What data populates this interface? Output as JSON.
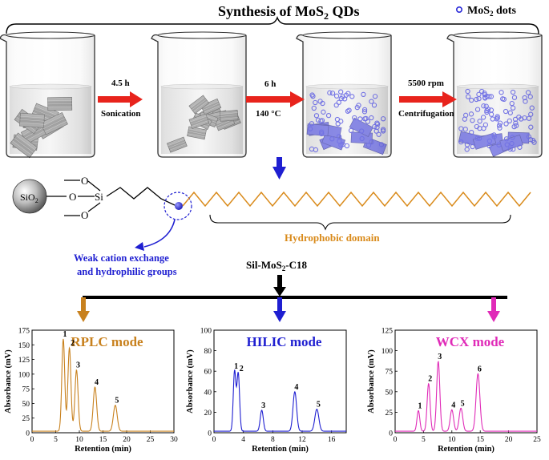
{
  "header": {
    "title_prefix": "Synthesis of MoS",
    "title_sub": "2",
    "title_suffix": " QDs",
    "legend_prefix": "MoS",
    "legend_sub": "2",
    "legend_suffix": " dots"
  },
  "steps": {
    "step1_top": "4.5 h",
    "step1_bottom": "Sonication",
    "step2_top": "6 h",
    "step2_bottom": "140 °C",
    "step3_top": "5500 rpm",
    "step3_bottom": "Centrifugation"
  },
  "molecule": {
    "sio2_prefix": "SiO",
    "sio2_sub": "2",
    "o_top": "O",
    "o_mid": "O",
    "o_bot": "O",
    "si": "Si",
    "hydrophobic_label": "Hydrophobic domain",
    "weak_cation_line1": "Weak cation exchange",
    "weak_cation_line2": "and hydrophilic groups",
    "material_prefix": "Sil-MoS",
    "material_sub": "2",
    "material_suffix": "-C18"
  },
  "colors": {
    "rplc": "#c8811e",
    "hilic": "#1f1fd1",
    "wcx": "#e02bb8",
    "arrow_red": "#e8231c",
    "dot_blue": "#2b2bd9",
    "chain_orange": "#d98a1a"
  },
  "chart_data": [
    {
      "type": "line",
      "title": "RPLC mode",
      "xlabel": "Retention (min)",
      "ylabel": "Absorbance (mV)",
      "xlim": [
        0,
        30
      ],
      "ylim": [
        0,
        175
      ],
      "xticks": [
        0,
        5,
        10,
        15,
        20,
        25,
        30
      ],
      "yticks": [
        0,
        25,
        50,
        75,
        100,
        125,
        150,
        175
      ],
      "color": "#c8811e",
      "peaks": [
        {
          "label": "1",
          "x": 6.6,
          "y": 160
        },
        {
          "label": "2",
          "x": 7.9,
          "y": 145
        },
        {
          "label": "3",
          "x": 9.4,
          "y": 107
        },
        {
          "label": "4",
          "x": 13.3,
          "y": 78
        },
        {
          "label": "5",
          "x": 17.6,
          "y": 47
        }
      ]
    },
    {
      "type": "line",
      "title": "HILIC mode",
      "xlabel": "Retention (min)",
      "ylabel": "Absorbance (mV)",
      "xlim": [
        0,
        18
      ],
      "ylim": [
        0,
        100
      ],
      "xticks": [
        0,
        4,
        8,
        12,
        16
      ],
      "yticks": [
        0,
        20,
        40,
        60,
        80,
        100
      ],
      "color": "#1f1fd1",
      "peaks": [
        {
          "label": "1",
          "x": 2.8,
          "y": 60
        },
        {
          "label": "2",
          "x": 3.3,
          "y": 58
        },
        {
          "label": "3",
          "x": 6.5,
          "y": 22
        },
        {
          "label": "4",
          "x": 11.0,
          "y": 40
        },
        {
          "label": "5",
          "x": 14.0,
          "y": 23
        }
      ]
    },
    {
      "type": "line",
      "title": "WCX mode",
      "xlabel": "Retention (min)",
      "ylabel": "Absorbance (mV)",
      "xlim": [
        0,
        25
      ],
      "ylim": [
        0,
        125
      ],
      "xticks": [
        0,
        5,
        10,
        15,
        20,
        25
      ],
      "yticks": [
        0,
        25,
        50,
        75,
        100,
        125
      ],
      "color": "#e02bb8",
      "peaks": [
        {
          "label": "1",
          "x": 4.1,
          "y": 27
        },
        {
          "label": "2",
          "x": 5.9,
          "y": 60
        },
        {
          "label": "3",
          "x": 7.6,
          "y": 87
        },
        {
          "label": "4",
          "x": 10.0,
          "y": 28
        },
        {
          "label": "5",
          "x": 11.6,
          "y": 30
        },
        {
          "label": "6",
          "x": 14.6,
          "y": 72
        }
      ]
    }
  ]
}
